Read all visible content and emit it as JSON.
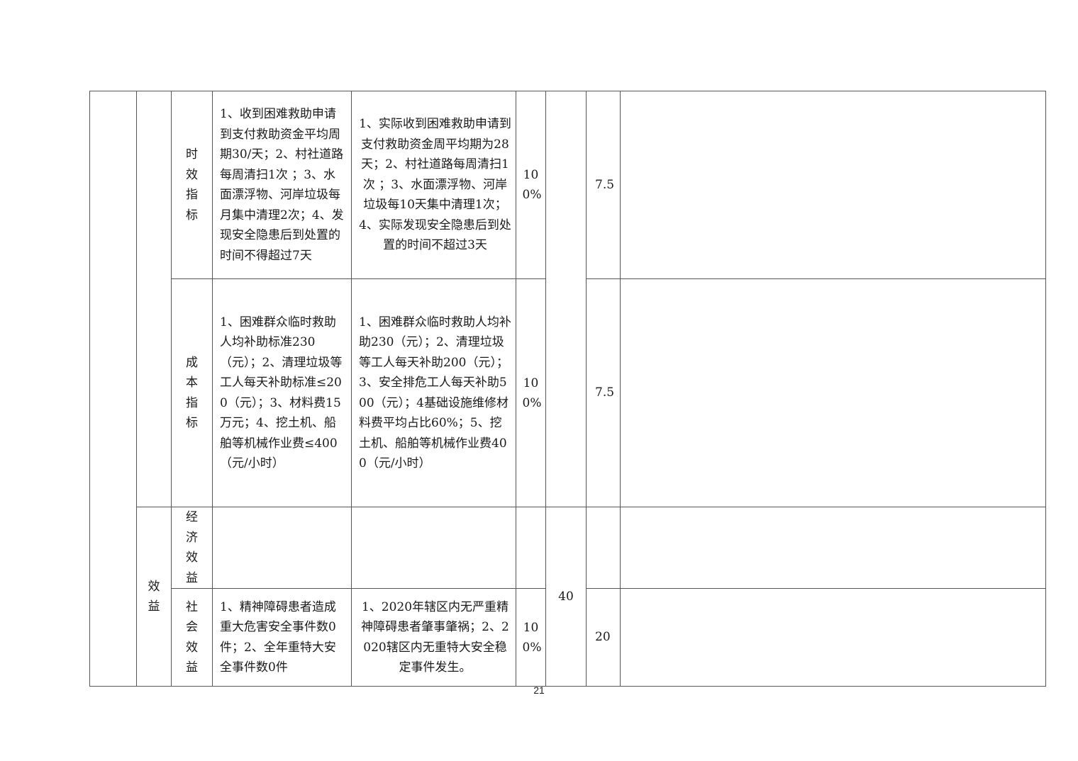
{
  "rows": {
    "timeliness": {
      "indicator": "时效指标",
      "target": "1、收到困难救助申请到支付救助资金平均周期30/天；2、村社道路每周清扫1次 ；3、水面漂浮物、河岸垃圾每月集中清理2次；4、发现安全隐患后到处置的时间不得超过7天",
      "actual": "1、实际收到困难救助申请到支付救助资金周平均期为28天；2、村社道路每周清扫1次 ；3、水面漂浮物、河岸垃圾每10天集中清理1次；4、实际发现安全隐患后到处置的时间不超过3天",
      "rate": "100%",
      "score": "7.5"
    },
    "cost": {
      "indicator": "成本指标",
      "target": "1、困难群众临时救助人均补助标准230（元）；2、清理垃圾等工人每天补助标准≤200（元）；3、材料费15万元；4、挖土机、船舶等机械作业费≤400（元/小时）",
      "actual": "1、困难群众临时救助人均补助230（元）；2、清理垃圾等工人每天补助200（元）；3、安全排危工人每天补助500（元）；4基础设施维修材料费平均占比60%；5、挖土机、船舶等机械作业费400（元/小时）",
      "rate": "100%",
      "score": "7.5"
    },
    "benefit_group": {
      "label": "效益",
      "weight": "40"
    },
    "economic": {
      "indicator": "经济效益",
      "target": "",
      "actual": "",
      "rate": "",
      "score": ""
    },
    "social": {
      "indicator": "社会效益",
      "target": "1、精神障碍患者造成重大危害安全事件数0件；2、全年重特大安全事件数0件",
      "actual": "1、2020年辖区内无严重精神障碍患者肇事肇祸；2、2020辖区内无重特大安全稳定事件发生。",
      "rate": "100%",
      "score": "20"
    }
  },
  "footer": {
    "page_number": "21"
  }
}
